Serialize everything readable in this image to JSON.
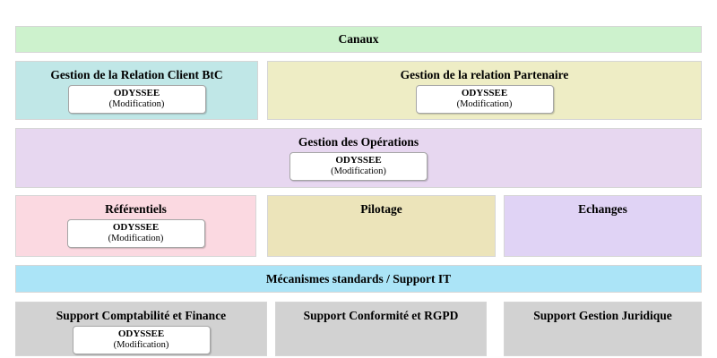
{
  "palette": {
    "green": "#cdf2cd",
    "teal": "#c0e7e7",
    "pale_yellow": "#eeedc5",
    "purple": "#e7d7f0",
    "pink": "#fbd9e1",
    "khaki": "#ece4ba",
    "lavender": "#e0d3f5",
    "blue": "#abe4f7",
    "gray": "#d2d2d2",
    "block_border": "#d6d6d6",
    "appbox_border": "#a6a6a6",
    "text": "#000000"
  },
  "blocks": {
    "canaux": {
      "label": "Canaux",
      "bg": "#cdf2cd"
    },
    "crm_btc": {
      "label": "Gestion de la Relation Client BtC",
      "bg": "#c0e7e7",
      "app_name": "ODYSSEE",
      "app_status": "(Modification)"
    },
    "partenaire": {
      "label": "Gestion de la relation Partenaire",
      "bg": "#eeedc5",
      "app_name": "ODYSSEE",
      "app_status": "(Modification)"
    },
    "operations": {
      "label": "Gestion des Opérations",
      "bg": "#e7d7f0",
      "app_name": "ODYSSEE",
      "app_status": "(Modification)"
    },
    "referentiels": {
      "label": "Référentiels",
      "bg": "#fbd9e1",
      "app_name": "ODYSSEE",
      "app_status": "(Modification)"
    },
    "pilotage": {
      "label": "Pilotage",
      "bg": "#ece4ba"
    },
    "echanges": {
      "label": "Echanges",
      "bg": "#e0d3f5"
    },
    "support_it": {
      "label": "Mécanismes standards / Support IT",
      "bg": "#abe4f7"
    },
    "compta": {
      "label": "Support Comptabilité et Finance",
      "bg": "#d2d2d2",
      "app_name": "ODYSSEE",
      "app_status": "(Modification)"
    },
    "conformite": {
      "label": "Support Conformité et RGPD",
      "bg": "#d2d2d2"
    },
    "juridique": {
      "label": "Support Gestion Juridique",
      "bg": "#d2d2d2"
    }
  }
}
